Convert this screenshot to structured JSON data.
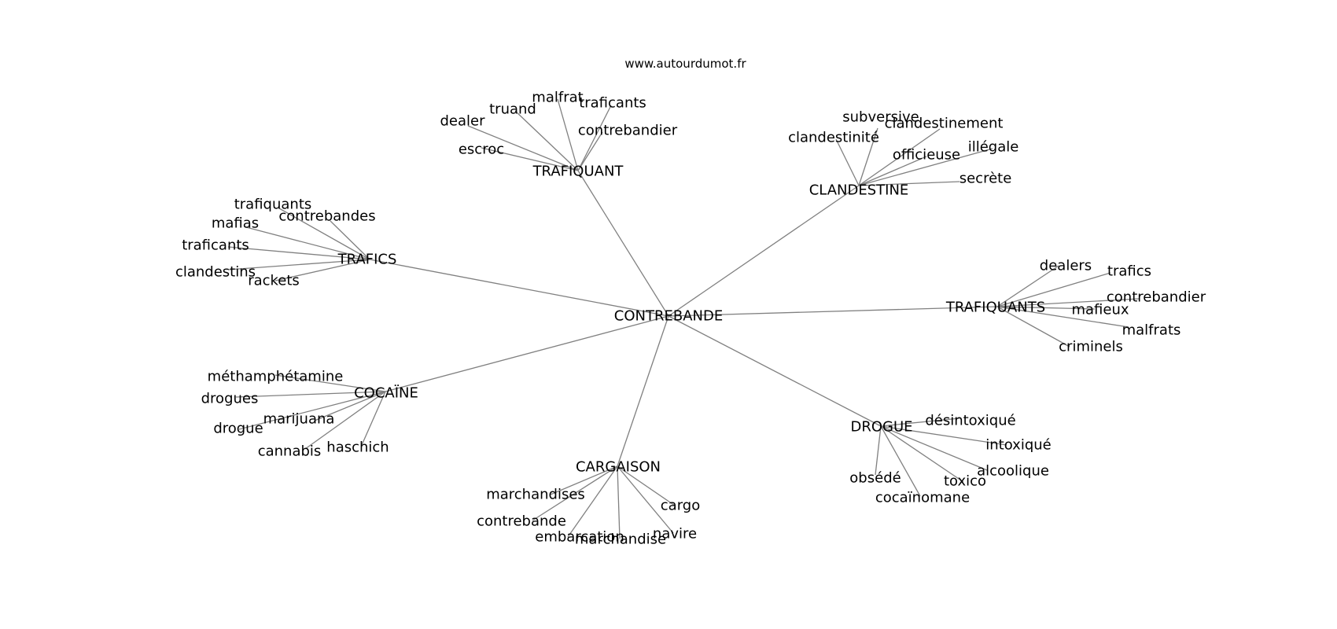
{
  "source": "www.autourdumot.fr",
  "graph": {
    "root": "CONTREBANDE",
    "groups": [
      {
        "label": "TRAFIQUANT",
        "words": [
          "malfrat",
          "truand",
          "traficants",
          "dealer",
          "contrebandier",
          "escroc"
        ]
      },
      {
        "label": "CLANDESTINE",
        "words": [
          "subversive",
          "clandestinement",
          "clandestinité",
          "illégale",
          "officieuse",
          "secrète"
        ]
      },
      {
        "label": "TRAFICS",
        "words": [
          "trafiquants",
          "contrebandes",
          "mafias",
          "traficants",
          "clandestins",
          "rackets"
        ]
      },
      {
        "label": "TRAFIQUANTS",
        "words": [
          "dealers",
          "trafics",
          "contrebandier",
          "mafieux",
          "malfrats",
          "criminels"
        ]
      },
      {
        "label": "COCAÏNE",
        "words": [
          "méthamphétamine",
          "drogues",
          "marijuana",
          "drogue",
          "cannabis",
          "haschich"
        ]
      },
      {
        "label": "DROGUE",
        "words": [
          "désintoxiqué",
          "intoxiqué",
          "alcoolique",
          "obsédé",
          "toxico",
          "cocaïnomane"
        ]
      },
      {
        "label": "CARGAISON",
        "words": [
          "marchandises",
          "cargo",
          "contrebande",
          "navire",
          "embarcation",
          "marchandise"
        ]
      }
    ]
  }
}
